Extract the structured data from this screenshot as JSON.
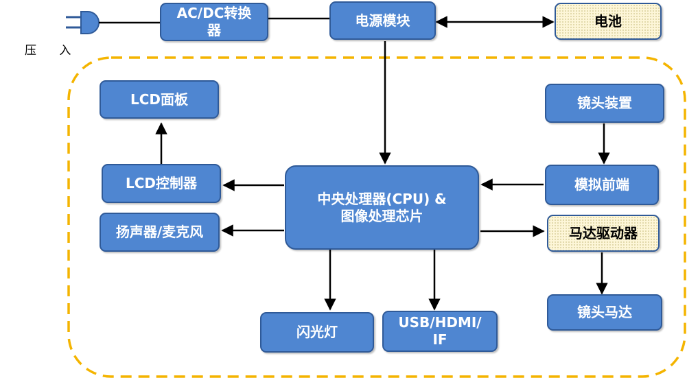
{
  "colors": {
    "box_fill": "#4f86d1",
    "box_border": "#2f5a98",
    "highlight_fill": "#fdf6d8",
    "dashed_region": "#f4b400",
    "connector": "#000000"
  },
  "plug": {
    "label": "压 入",
    "icon": "power-plug-icon"
  },
  "blocks": {
    "ac_dc": "AC/DC转换\n器",
    "power_module": "电源模块",
    "battery": "电池",
    "lcd_panel": "LCD面板",
    "lcd_controller": "LCD控制器",
    "speaker_mic": "扬声器/麦克风",
    "cpu": "中央处理器(CPU) &\n图像处理芯片",
    "lens_assembly": "镜头装置",
    "analog_frontend": "模拟前端",
    "motor_driver": "马达驱动器",
    "lens_motor": "镜头马达",
    "flash": "闪光灯",
    "usb_hdmi": "USB/HDMI/\nIF"
  }
}
